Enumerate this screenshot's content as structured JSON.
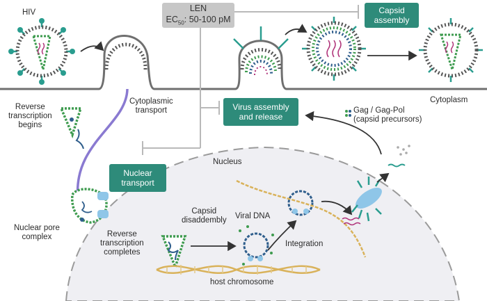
{
  "labels": {
    "hiv": "HIV",
    "len_title": "LEN",
    "ec50_prefix": "EC",
    "ec50_sub": "50",
    "ec50_value": ": 50-100 pM",
    "capsid_assembly_1": "Capsid",
    "capsid_assembly_2": "assembly",
    "cytoplasmic_transport_1": "Cytoplasmic",
    "cytoplasmic_transport_2": "transport",
    "cytoplasm": "Cytoplasm",
    "rt_begins_1": "Reverse",
    "rt_begins_2": "transcription",
    "rt_begins_3": "begins",
    "virus_assembly_1": "Virus assembly",
    "virus_assembly_2": "and release",
    "gag_legend_1": "Gag / Gag-Pol",
    "gag_legend_2": "(capsid precursors)",
    "nuclear_transport_1": "Nuclear",
    "nuclear_transport_2": "transport",
    "nucleus": "Nucleus",
    "capsid_disassembly_1": "Capsid",
    "capsid_disassembly_2": "disaddembly",
    "viral_dna": "Viral DNA",
    "nuclear_pore_1": "Nuclear pore",
    "nuclear_pore_2": "complex",
    "rt_completes_1": "Reverse",
    "rt_completes_2": "transcription",
    "rt_completes_3": "completes",
    "integration": "Integration",
    "host_chromosome": "host chromosome"
  },
  "colors": {
    "teal_box": "#2e8b7a",
    "membrane": "#7a7a7a",
    "capsid_green": "#3e9b4f",
    "rna_pink": "#b0347a",
    "dna_blue": "#2f5e8c",
    "host_dna": "#d9b25a",
    "nucleus_fill": "#efeff2",
    "spike_teal": "#2a9d8f",
    "purple_mt": "#8a7ad1"
  }
}
